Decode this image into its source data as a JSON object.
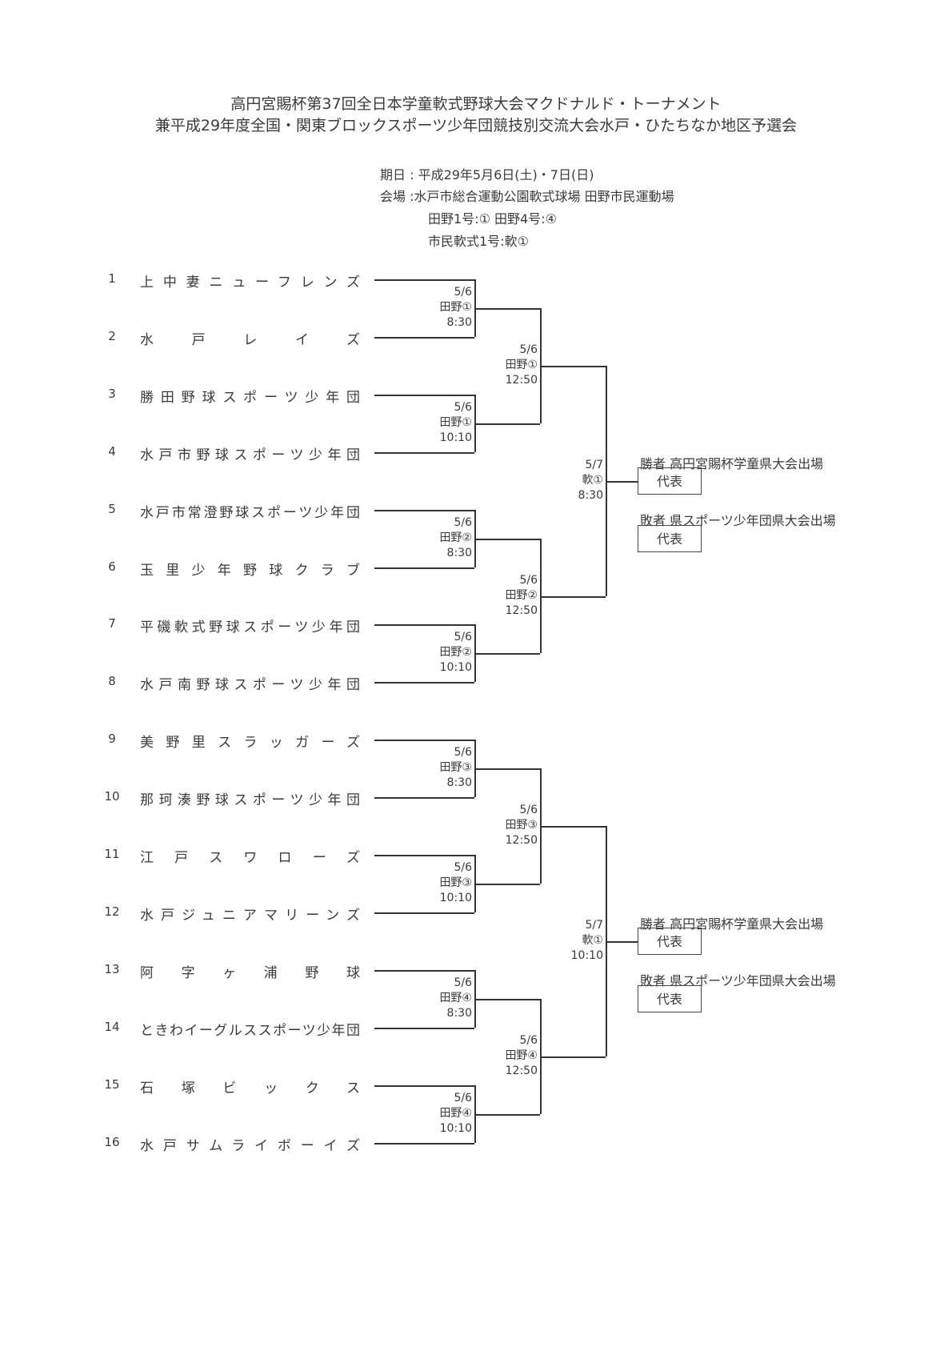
{
  "title": {
    "line1": "高円宮賜杯第37回全日本学童軟式野球大会マクドナルド・トーナメント",
    "line2": "兼平成29年度全国・関東ブロックスポーツ少年団競技別交流大会水戸・ひたちなか地区予選会"
  },
  "info": {
    "date": "期日 : 平成29年5月6日(土)・7日(日)",
    "venue": "会場 :水戸市総合運動公園軟式球場 田野市民運動場",
    "venue_codes1": "田野1号:①  田野4号:④",
    "venue_codes2": "市民軟式1号:軟①"
  },
  "teams": [
    {
      "no": "1",
      "name": "上中妻ニューフレンズ"
    },
    {
      "no": "2",
      "name": "水戸レイズ"
    },
    {
      "no": "3",
      "name": "勝田野球スポーツ少年団"
    },
    {
      "no": "4",
      "name": "水戸市野球スポーツ少年団"
    },
    {
      "no": "5",
      "name": "水戸市常澄野球スポーツ少年団"
    },
    {
      "no": "6",
      "name": "玉里少年野球クラブ"
    },
    {
      "no": "7",
      "name": "平磯軟式野球スポーツ少年団"
    },
    {
      "no": "8",
      "name": "水戸南野球スポーツ少年団"
    },
    {
      "no": "9",
      "name": "美野里スラッガーズ"
    },
    {
      "no": "10",
      "name": "那珂湊野球スポーツ少年団"
    },
    {
      "no": "11",
      "name": "江戸スワローズ"
    },
    {
      "no": "12",
      "name": "水戸ジュニアマリーンズ"
    },
    {
      "no": "13",
      "name": "阿字ヶ浦野球"
    },
    {
      "no": "14",
      "name": "ときわイーグルススポーツ少年団"
    },
    {
      "no": "15",
      "name": "石塚ビックス"
    },
    {
      "no": "16",
      "name": "水戸サムライボーイズ"
    }
  ],
  "round1": [
    {
      "date": "5/6",
      "venue": "田野①",
      "time": "8:30"
    },
    {
      "date": "5/6",
      "venue": "田野①",
      "time": "10:10"
    },
    {
      "date": "5/6",
      "venue": "田野②",
      "time": "8:30"
    },
    {
      "date": "5/6",
      "venue": "田野②",
      "time": "10:10"
    },
    {
      "date": "5/6",
      "venue": "田野③",
      "time": "8:30"
    },
    {
      "date": "5/6",
      "venue": "田野③",
      "time": "10:10"
    },
    {
      "date": "5/6",
      "venue": "田野④",
      "time": "8:30"
    },
    {
      "date": "5/6",
      "venue": "田野④",
      "time": "10:10"
    }
  ],
  "round2": [
    {
      "date": "5/6",
      "venue": "田野①",
      "time": "12:50"
    },
    {
      "date": "5/6",
      "venue": "田野②",
      "time": "12:50"
    },
    {
      "date": "5/6",
      "venue": "田野③",
      "time": "12:50"
    },
    {
      "date": "5/6",
      "venue": "田野④",
      "time": "12:50"
    }
  ],
  "final": [
    {
      "date": "5/7",
      "venue": "軟①",
      "time": "8:30",
      "winner_text": "勝者 高円宮賜杯学童県大会出場",
      "winner_box": "代表",
      "loser_text": "敗者 県スポーツ少年団県大会出場",
      "loser_box": "代表"
    },
    {
      "date": "5/7",
      "venue": "軟①",
      "time": "10:10",
      "winner_text": "勝者 高円宮賜杯学童県大会出場",
      "winner_box": "代表",
      "loser_text": "敗者 県スポーツ少年団県大会出場",
      "loser_box": "代表"
    }
  ]
}
